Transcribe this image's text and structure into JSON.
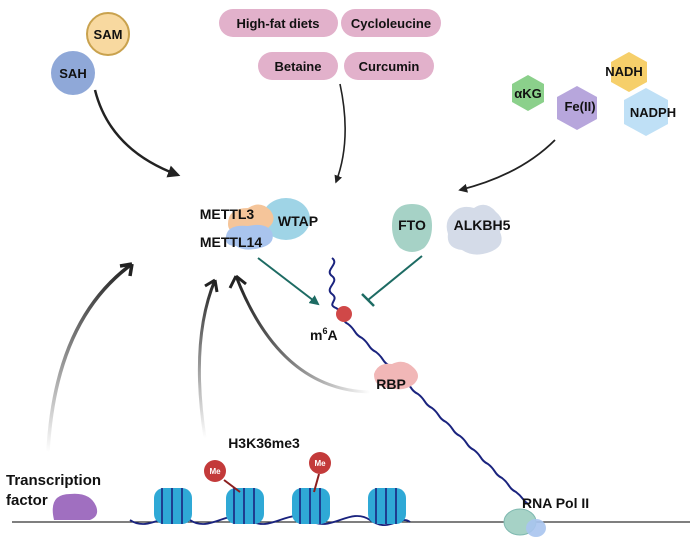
{
  "regulators": {
    "sam": "SAM",
    "sah": "SAH",
    "high_fat_diets": "High-fat diets",
    "cycloleucine": "Cycloleucine",
    "betaine": "Betaine",
    "curcumin": "Curcumin",
    "akg": "αKG",
    "fe2": "Fe(II)",
    "nadh": "NADH",
    "nadph": "NADPH"
  },
  "writers": {
    "mettl3": "METTL3",
    "mettl14": "METTL14",
    "wtap": "WTAP"
  },
  "erasers": {
    "fto": "FTO",
    "alkbh5": "ALKBH5"
  },
  "rna": {
    "m6a_base": "m",
    "m6a_sup": "6",
    "m6a_letter": "A",
    "rbp": "RBP",
    "rna_pol": "RNA Pol II"
  },
  "chromatin": {
    "h3k36me3": "H3K36me3",
    "me": "Me",
    "tf_line1": "Transcription",
    "tf_line2": "factor"
  },
  "colors": {
    "sam_fill": "#f8d9a0",
    "sah_fill": "#8fa8d8",
    "pill_fill": "#e2b1cb",
    "akg_fill": "#8bd08b",
    "fe_fill": "#b7a6dc",
    "nadh_fill": "#f6cf6a",
    "nadph_fill": "#bfe0f6",
    "mettl3_fill": "#f5c59a",
    "mettl14_fill": "#a9c4ee",
    "wtap_fill": "#9fd4e6",
    "fto_fill": "#a6d2c6",
    "alkbh5_fill": "#d4dbe8",
    "m6a_dot": "#d04848",
    "rbp_fill": "#f1b7b7",
    "rna_strand": "#1a237e",
    "nucleosome": "#2fa9d6",
    "me_fill": "#c33a3a",
    "tf_fill": "#a06fc0",
    "teal_arrow": "#1d6b63",
    "dark_arrow": "#222222"
  }
}
